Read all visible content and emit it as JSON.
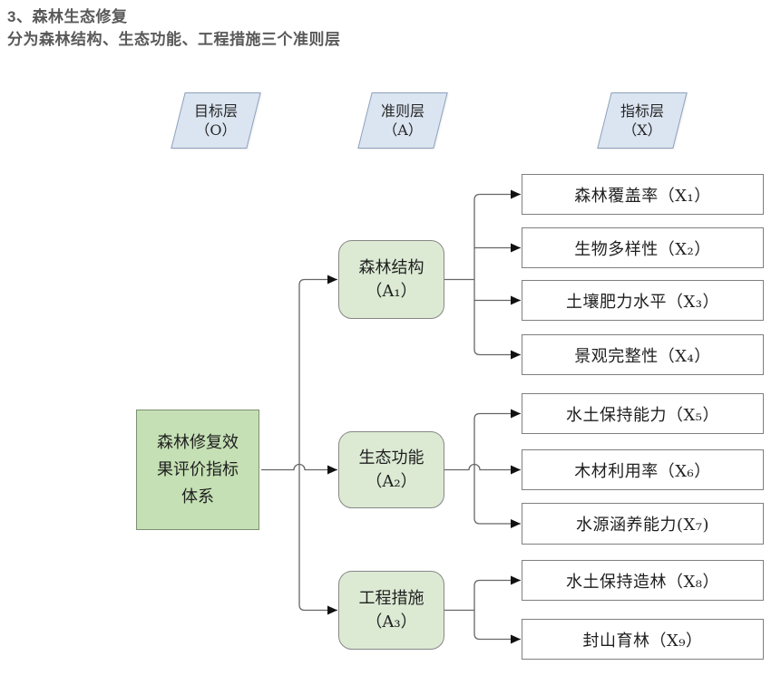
{
  "page": {
    "title_line1": "3、森林生态修复",
    "title_line2": "分为森林结构、生态功能、工程措施三个准则层"
  },
  "layer_headers": [
    {
      "id": "goal-layer",
      "label": "目标层\n（O）"
    },
    {
      "id": "criteria-layer",
      "label": "准则层\n（A）"
    },
    {
      "id": "indicator-layer",
      "label": "指标层\n（X）"
    }
  ],
  "goal": {
    "label": "森林修复效\n果评价指标\n体系"
  },
  "criteria": [
    {
      "id": "A1",
      "label": "森林结构\n（A₁）"
    },
    {
      "id": "A2",
      "label": "生态功能\n（A₂）"
    },
    {
      "id": "A3",
      "label": "工程措施\n（A₃）"
    }
  ],
  "indicators": [
    {
      "id": "X1",
      "label": "森林覆盖率（X₁）"
    },
    {
      "id": "X2",
      "label": "生物多样性（X₂）"
    },
    {
      "id": "X3",
      "label": "土壤肥力水平（X₃）"
    },
    {
      "id": "X4",
      "label": "景观完整性（X₄）"
    },
    {
      "id": "X5",
      "label": "水土保持能力（X₅）"
    },
    {
      "id": "X6",
      "label": "木材利用率（X₆）"
    },
    {
      "id": "X7",
      "label": "水源涵养能力(X₇)"
    },
    {
      "id": "X8",
      "label": "水土保持造林（X₈）"
    },
    {
      "id": "X9",
      "label": "封山育林（X₉）"
    }
  ],
  "colors": {
    "header_fill": "#dbe5f1",
    "goal_fill": "#c5e0b4",
    "criteria_fill": "#dcead4",
    "indicator_fill": "#ffffff",
    "connector_line": "#666666",
    "arrow": "#111111",
    "title_text": "#595959"
  }
}
